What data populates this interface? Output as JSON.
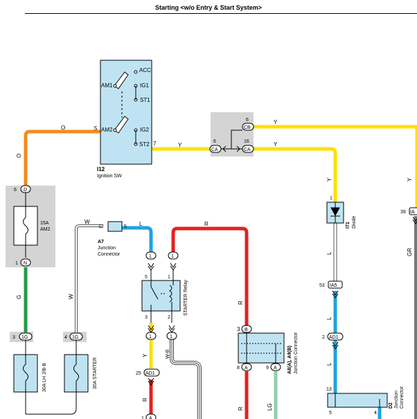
{
  "title": "Starting <w/o Entry & Start System>",
  "colors": {
    "orange": "#f08c1e",
    "yellow": "#ffe000",
    "green": "#1f9d45",
    "blue": "#1fa3e0",
    "red": "#e32222",
    "light_green": "#8fd0a8",
    "component_fill": "#bfe3f2",
    "connector_shade": "#d4d4d4",
    "white_wire": "#ffffff"
  },
  "ignition_sw": {
    "code": "I12",
    "name": "Ignition SW",
    "terminals": {
      "acc": "ACC",
      "ig1": "IG1",
      "st1": "ST1",
      "ig2": "IG2",
      "st2": "ST2",
      "am1": "AM1",
      "am2": "AM2"
    },
    "pin_am2": "5",
    "pin_st2": "7"
  },
  "wires": {
    "orange_label": "O",
    "orange_vertical_label": "O",
    "y_label_a": "Y",
    "y_label_b": "Y",
    "y_label_c": "Y",
    "y_vertical_label": "Y",
    "y_right_label": "Y",
    "g_label": "G",
    "w_label_top": "W",
    "w_label_side": "W",
    "l_label_top": "L",
    "r_label_top": "R",
    "r_label_mid": "R",
    "r_label_bottom": "R",
    "y_relay_label": "Y",
    "r_relay_bottom": "R",
    "wb_label": "W-B",
    "lg_label": "LG",
    "l_label_1": "L",
    "l_label_2": "L",
    "l_label_3": "L",
    "gr_label": "GR"
  },
  "connectors": {
    "cb": "CB",
    "ca1": "CA",
    "ca2": "CA",
    "cb_pin": "6",
    "ca1_pin": "6",
    "ca2_pin": "16",
    "d_pin": "6",
    "d_label": "D",
    "n_pin": "1",
    "n_label": "N",
    "tg1_pin": "3",
    "tg1_label": "1G",
    "tg2_pin": "4",
    "tg2_label": "1G",
    "ad1_pin": "25",
    "ad1_label": "AD1",
    "ad1_b_pin": "2",
    "ad1_b_label": "AD1",
    "ia5_pin": "53",
    "ia5_label": "IA5",
    "ia_right_pin": "39",
    "ia_right_label": "IA",
    "a_bottom_pin": "1",
    "a_bottom_label": "A"
  },
  "fuse_am2": {
    "rating": "15A",
    "name": "AM2"
  },
  "fuse_lh": {
    "text": "30A LH J/B-B"
  },
  "fuse_starter": {
    "text": "30A STARTER"
  },
  "junction_a7": {
    "code": "A7",
    "name": "Junction",
    "name2": "Connector",
    "pin_left": "12",
    "pin_right": "5"
  },
  "starter_relay": {
    "name": "STARTER Relay",
    "pin5": "5",
    "pin1": "1",
    "pin3": "3",
    "pin2": "2",
    "conn_top_a": "1",
    "conn_top_b": "1",
    "conn_bot_a": "1",
    "conn_bot_b": "1"
  },
  "diode": {
    "code": "I71",
    "name": "Diode",
    "pin": "1"
  },
  "junction_a8": {
    "code": "A8(A), A9(B)",
    "name": "Junction Connector",
    "pin3": "3",
    "pin3_label": "B",
    "pin8": "8",
    "pin8_label": "A",
    "pin9": "9",
    "pin9_label": "A"
  },
  "junction_d2": {
    "code": "D2",
    "name": "Junction",
    "name2": "Connector",
    "pin13": "13",
    "pin5": "5",
    "pin4": "4"
  }
}
